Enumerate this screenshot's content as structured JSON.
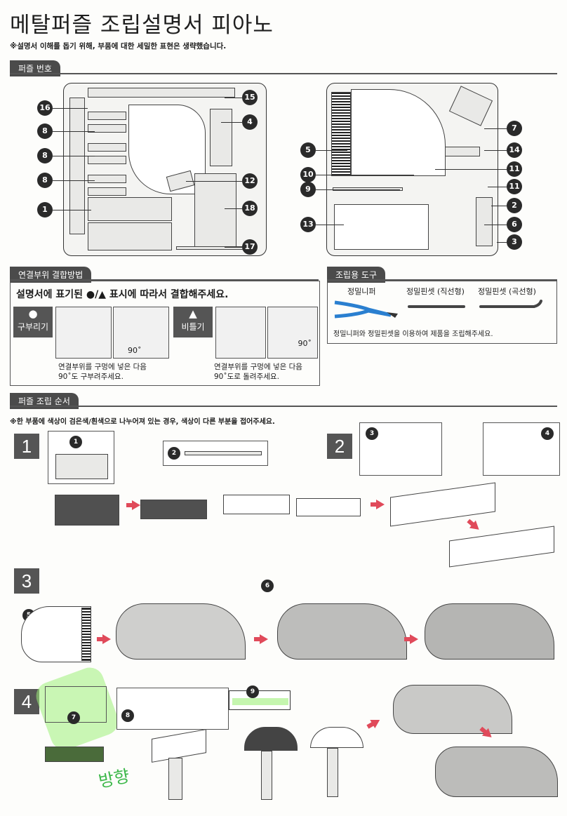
{
  "header": {
    "title": "메탈퍼즐 조립설명서   피아노",
    "note": "※설명서 이해를 돕기 위해, 부품에 대한 세밀한 표현은 생략했습니다."
  },
  "sections": {
    "parts": "퍼즐 번호",
    "joining": "연결부위 결합방법",
    "tools": "조립용 도구",
    "order": "퍼즐 조립 순서"
  },
  "part_numbers": {
    "left": [
      "16",
      "8",
      "8",
      "8",
      "1",
      "15",
      "4",
      "12",
      "18",
      "17"
    ],
    "right": [
      "5",
      "10",
      "9",
      "13",
      "7",
      "14",
      "11",
      "11",
      "2",
      "6",
      "3"
    ]
  },
  "joining": {
    "instruction": "설명서에 표기된 ●/▲ 표시에 따라서 결합해주세요.",
    "bend_label": "구부리기",
    "bend_symbol": "●",
    "twist_label": "비틀기",
    "twist_symbol": "▲",
    "angle": "90˚",
    "bend_caption_1": "연결부위를 구멍에 넣은 다음",
    "bend_caption_2": "90˚도 구부려주세요.",
    "twist_caption_1": "연결부위를 구멍에 넣은 다음",
    "twist_caption_2": "90˚도로 돌려주세요."
  },
  "tools": {
    "nipper": "정밀니퍼",
    "tweezer_straight": "정밀핀셋 (직선형)",
    "tweezer_curved": "정밀핀셋 (곡선형)",
    "caption": "정밀니퍼와 정밀핀셋을 이용하여 제품을 조립해주세요.",
    "nipper_color": "#2a7fd0"
  },
  "order": {
    "note": "※한 부품에 색상이 검은색/흰색으로 나누어져 있는 경우, 색상이 다른 부분을 접어주세요.",
    "steps": [
      "1",
      "2",
      "3",
      "4"
    ],
    "step1_parts": [
      "1",
      "2"
    ],
    "step2_parts": [
      "3",
      "4"
    ],
    "step3_parts": [
      "5",
      "6"
    ],
    "step4_parts": [
      "7",
      "8",
      "9"
    ],
    "handwriting": "방향",
    "arrow_color": "#e04a5a",
    "highlight_color": "#9ef07a"
  }
}
